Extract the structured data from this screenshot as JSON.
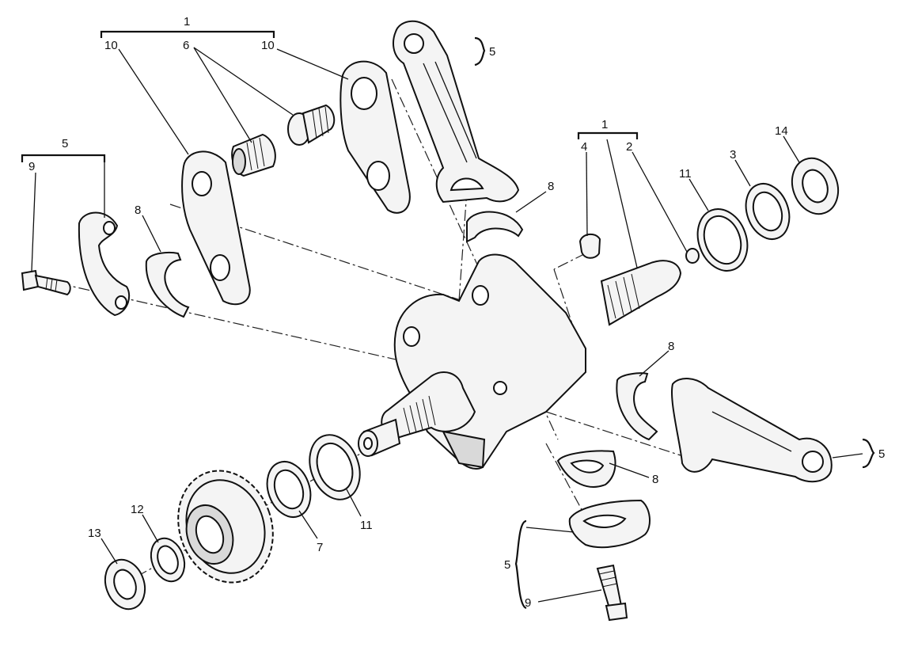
{
  "labels": {
    "callout_1_top": "1",
    "callout_10_left": "10",
    "callout_6": "6",
    "callout_10_right": "10",
    "callout_5_top": "5",
    "callout_5_left": "5",
    "callout_9_left": "9",
    "callout_8_left": "8",
    "callout_8_upper": "8",
    "callout_4": "4",
    "callout_1_right": "1",
    "callout_2": "2",
    "callout_11_right": "11",
    "callout_3": "3",
    "callout_14": "14",
    "callout_8_mid": "8",
    "callout_5_right": "5",
    "callout_8_lower": "8",
    "callout_11_lower": "11",
    "callout_7": "7",
    "callout_12": "12",
    "callout_13": "13",
    "callout_5_bottom": "5",
    "callout_9_bottom": "9"
  },
  "colors": {
    "line": "#111111",
    "fill": "#f4f4f4",
    "shade": "#d9d9d9",
    "background": "#ffffff"
  }
}
